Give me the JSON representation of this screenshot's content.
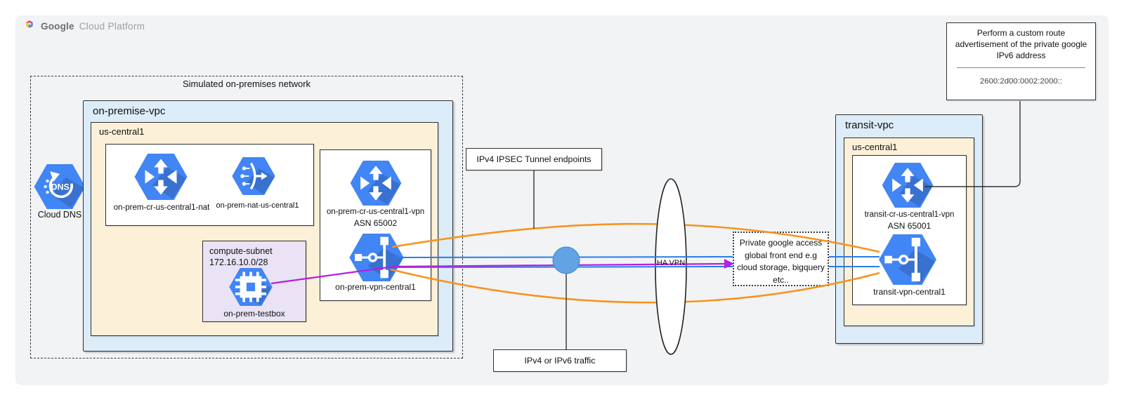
{
  "brand": {
    "google": "Google",
    "suffix": "Cloud Platform"
  },
  "onprem": {
    "outer_label": "Simulated on-premises network",
    "vpc_label": "on-premise-vpc",
    "region_label": "us-central1",
    "dns_label": "Cloud DNS",
    "nat_router_label": "on-prem-cr-us-central1-nat",
    "nat_gateway_label": "on-prem-nat-us-central1",
    "subnet_title": "compute-subnet",
    "subnet_cidr": "172.16.10.0/28",
    "vm_label": "on-prem-testbox",
    "vpn_router_label": "on-prem-cr-us-central1-vpn",
    "vpn_router_asn": "ASN 65002",
    "vpn_gateway_label": "on-prem-vpn-central1"
  },
  "middle": {
    "ipsec_label": "IPv4 IPSEC Tunnel endpoints",
    "traffic_label": "IPv4 or IPv6 traffic",
    "ha_vpn_label": "HA VPN",
    "pga_line1": "Private google access",
    "pga_line2": "global front end e.g",
    "pga_line3": "cloud storage, bigquery",
    "pga_line4": "etc.."
  },
  "transit": {
    "vpc_label": "transit-vpc",
    "region_label": "us-central1",
    "router_label": "transit-cr-us-central1-vpn",
    "router_asn": "ASN 65001",
    "vpn_gateway_label": "transit-vpn-central1"
  },
  "callout": {
    "line1": "Perform a custom route",
    "line2": "advertisement of the private google",
    "line3": "IPv6 address",
    "address": "2600:2d00:0002:2000::"
  },
  "colors": {
    "icon_blue": "#4285f4",
    "line_blue": "#2b7de9",
    "line_orange": "#f5941f",
    "line_purple": "#b51fe0",
    "node_circle_fill": "#61a3e3",
    "vpc_fill": "#dcecf9",
    "region_fill": "#fcf1d8",
    "subnet_fill": "#e9e3f5",
    "card_fill": "#f2f3f4"
  }
}
